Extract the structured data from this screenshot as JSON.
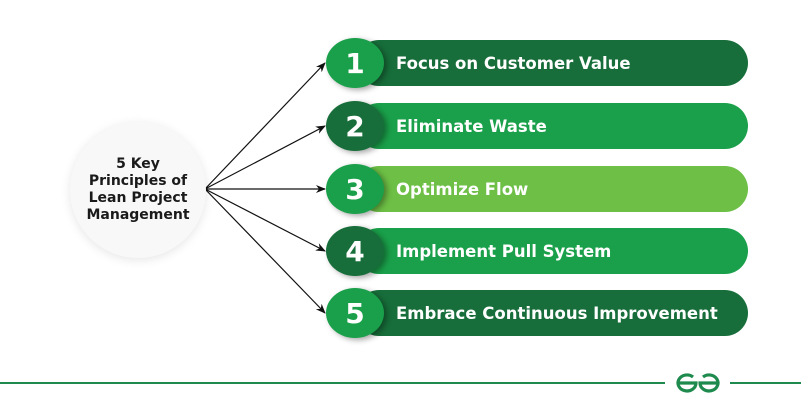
{
  "hub": {
    "title": "5 Key Principles of Lean Project Management"
  },
  "principles": [
    {
      "number": "1",
      "label": "Focus on Customer Value",
      "bar_color": "#176e3a",
      "circle_color": "#1aa04a"
    },
    {
      "number": "2",
      "label": "Eliminate Waste",
      "bar_color": "#1aa04a",
      "circle_color": "#176e3a"
    },
    {
      "number": "3",
      "label": "Optimize Flow",
      "bar_color": "#6dbf45",
      "circle_color": "#1aa04a"
    },
    {
      "number": "4",
      "label": "Implement Pull System",
      "bar_color": "#1aa04a",
      "circle_color": "#176e3a"
    },
    {
      "number": "5",
      "label": "Embrace Continuous Improvement",
      "bar_color": "#176e3a",
      "circle_color": "#1aa04a"
    }
  ],
  "footer": {
    "logo": "GfG logo",
    "line_color": "#1e8a4d"
  }
}
